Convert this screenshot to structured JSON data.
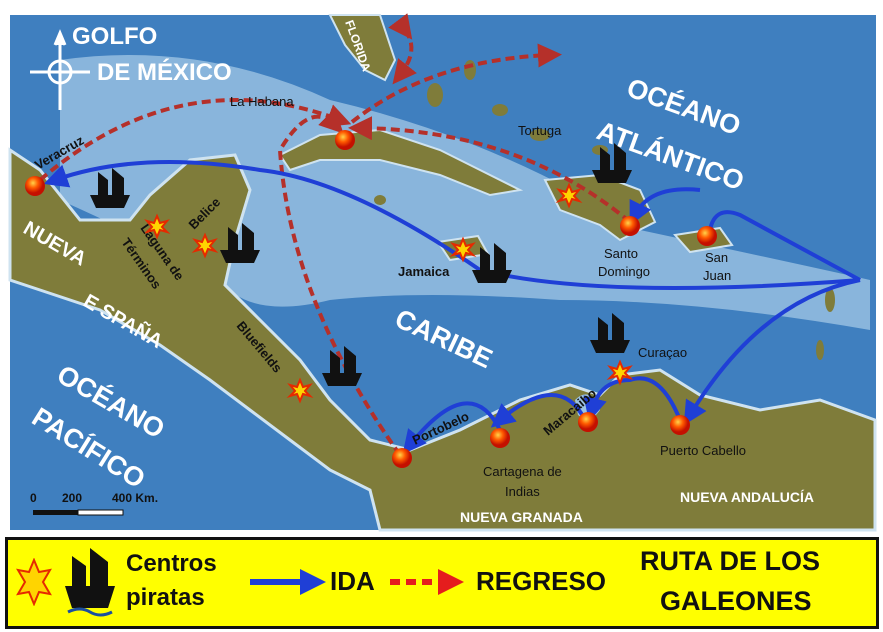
{
  "map": {
    "oceans": {
      "gulf_line1": "GOLFO",
      "gulf_line2": "DE MÉXICO",
      "atlantic_line1": "OCÉANO",
      "atlantic_line2": "ATLÁNTICO",
      "pacific_line1": "OCÉANO",
      "pacific_line2": "PACÍFICO",
      "caribbean": "CARIBE"
    },
    "regions": {
      "florida": "FLORIDA",
      "nueva_espana_1": "NUEVA",
      "nueva_espana_2": "E SPAÑA",
      "nueva_granada": "NUEVA GRANADA",
      "nueva_andalucia": "NUEVA ANDALUCÍA"
    },
    "cities": {
      "veracruz": "Veracruz",
      "la_habana": "La Habana",
      "santo_domingo_1": "Santo",
      "santo_domingo_2": "Domingo",
      "san_juan_1": "San",
      "san_juan_2": "Juan",
      "portobelo": "Portobelo",
      "cartagena_1": "Cartagena de",
      "cartagena_2": "Indias",
      "maracaibo": "Maracaibo",
      "puerto_cabello": "Puerto Cabello"
    },
    "pirate_centers": {
      "laguna_1": "Laguna de",
      "laguna_2": "Términos",
      "belice": "Belice",
      "jamaica": "Jamaica",
      "tortuga": "Tortuga",
      "bluefields": "Bluefields",
      "curacao": "Curaçao"
    },
    "scale": {
      "t0": "0",
      "t1": "200",
      "t2": "400 Km."
    },
    "colors": {
      "sea_deep": "#3f7fbf",
      "sea_shallow": "#9cc3e3",
      "land": "#7f7c3a",
      "route_ida": "#1f3fd6",
      "route_regreso": "#b5302a",
      "legend_bg": "#ffff00"
    }
  },
  "legend": {
    "pirates_1": "Centros",
    "pirates_2": "piratas",
    "ida": "IDA",
    "regreso": "REGRESO",
    "title_1": "RUTA DE LOS",
    "title_2": "GALEONES"
  }
}
